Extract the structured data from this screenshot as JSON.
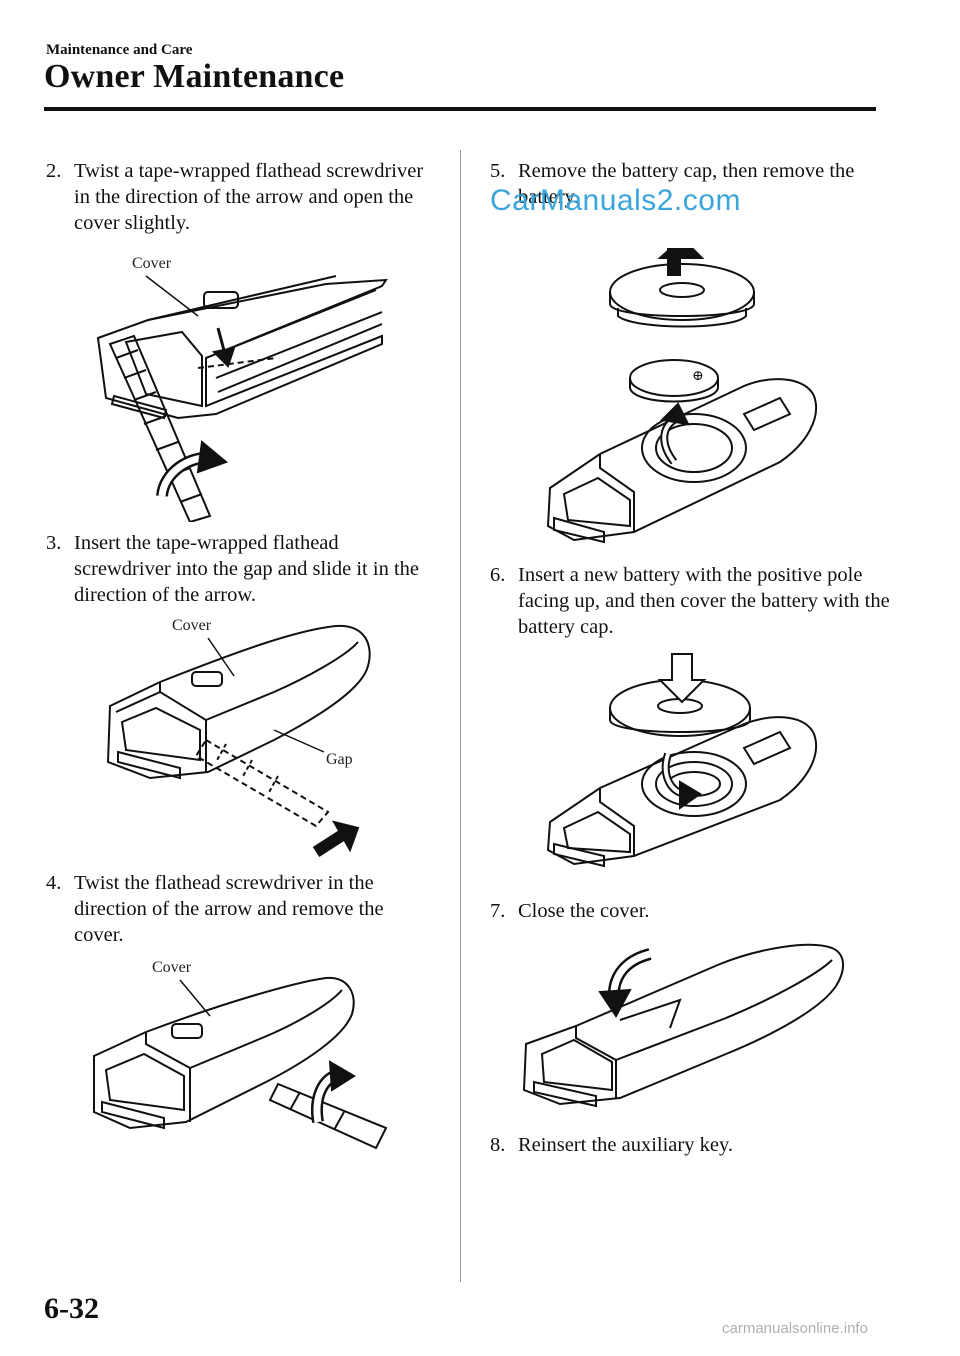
{
  "header": {
    "section": "Maintenance and Care",
    "title": "Owner Maintenance"
  },
  "steps": [
    {
      "number": "2.",
      "text": "Twist a tape-wrapped flathead screwdriver in the direction of the arrow and open the cover slightly."
    },
    {
      "number": "3.",
      "text": "Insert the tape-wrapped flathead screwdriver into the gap and slide it in the direction of the arrow."
    },
    {
      "number": "4.",
      "text": "Twist the flathead screwdriver in the direction of the arrow and remove the cover."
    },
    {
      "number": "5.",
      "text": "Remove the battery cap, then remove the battery."
    },
    {
      "number": "6.",
      "text": "Insert a new battery with the positive pole facing up, and then cover the battery with the battery cap."
    },
    {
      "number": "7.",
      "text": "Close the cover."
    },
    {
      "number": "8.",
      "text": "Reinsert the auxiliary key."
    }
  ],
  "figures": {
    "fig2": {
      "callout": "Cover"
    },
    "fig3": {
      "callout_cover": "Cover",
      "callout_gap": "Gap"
    },
    "fig4": {
      "callout": "Cover"
    }
  },
  "watermark": "CarManuals2.com",
  "footer": {
    "page_number": "6-32",
    "site": "carmanualsonline.info"
  }
}
